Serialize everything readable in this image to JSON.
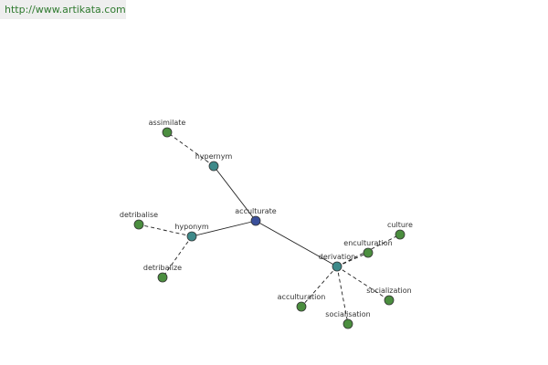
{
  "source_url": "http://www.artikata.com",
  "colors": {
    "center": "#3a4f9a",
    "relation": "#3e8a8a",
    "word": "#4b8e3f"
  },
  "graph": {
    "nodes": [
      {
        "id": "acculturate",
        "label": "acculturate",
        "kind": "center"
      },
      {
        "id": "hypernym",
        "label": "hypernym",
        "kind": "relation"
      },
      {
        "id": "hyponym",
        "label": "hyponym",
        "kind": "relation"
      },
      {
        "id": "derivation",
        "label": "derivation",
        "kind": "relation"
      },
      {
        "id": "assimilate",
        "label": "assimilate",
        "kind": "word"
      },
      {
        "id": "detribalise",
        "label": "detribalise",
        "kind": "word"
      },
      {
        "id": "detribalize",
        "label": "detribalize",
        "kind": "word"
      },
      {
        "id": "enculturation",
        "label": "enculturation",
        "kind": "word"
      },
      {
        "id": "culture",
        "label": "culture",
        "kind": "word"
      },
      {
        "id": "socialization",
        "label": "socialization",
        "kind": "word"
      },
      {
        "id": "socialisation",
        "label": "socialisation",
        "kind": "word"
      },
      {
        "id": "acculturation",
        "label": "acculturation",
        "kind": "word"
      }
    ],
    "edges": [
      {
        "from": "acculturate",
        "to": "hypernym",
        "style": "solid"
      },
      {
        "from": "acculturate",
        "to": "hyponym",
        "style": "solid"
      },
      {
        "from": "acculturate",
        "to": "derivation",
        "style": "solid"
      },
      {
        "from": "hypernym",
        "to": "assimilate",
        "style": "dashed"
      },
      {
        "from": "hyponym",
        "to": "detribalise",
        "style": "dashed"
      },
      {
        "from": "hyponym",
        "to": "detribalize",
        "style": "dashed"
      },
      {
        "from": "derivation",
        "to": "enculturation",
        "style": "dashed"
      },
      {
        "from": "derivation",
        "to": "culture",
        "style": "dashed"
      },
      {
        "from": "derivation",
        "to": "socialization",
        "style": "dashed"
      },
      {
        "from": "derivation",
        "to": "socialisation",
        "style": "dashed"
      },
      {
        "from": "derivation",
        "to": "acculturation",
        "style": "dashed"
      }
    ]
  }
}
